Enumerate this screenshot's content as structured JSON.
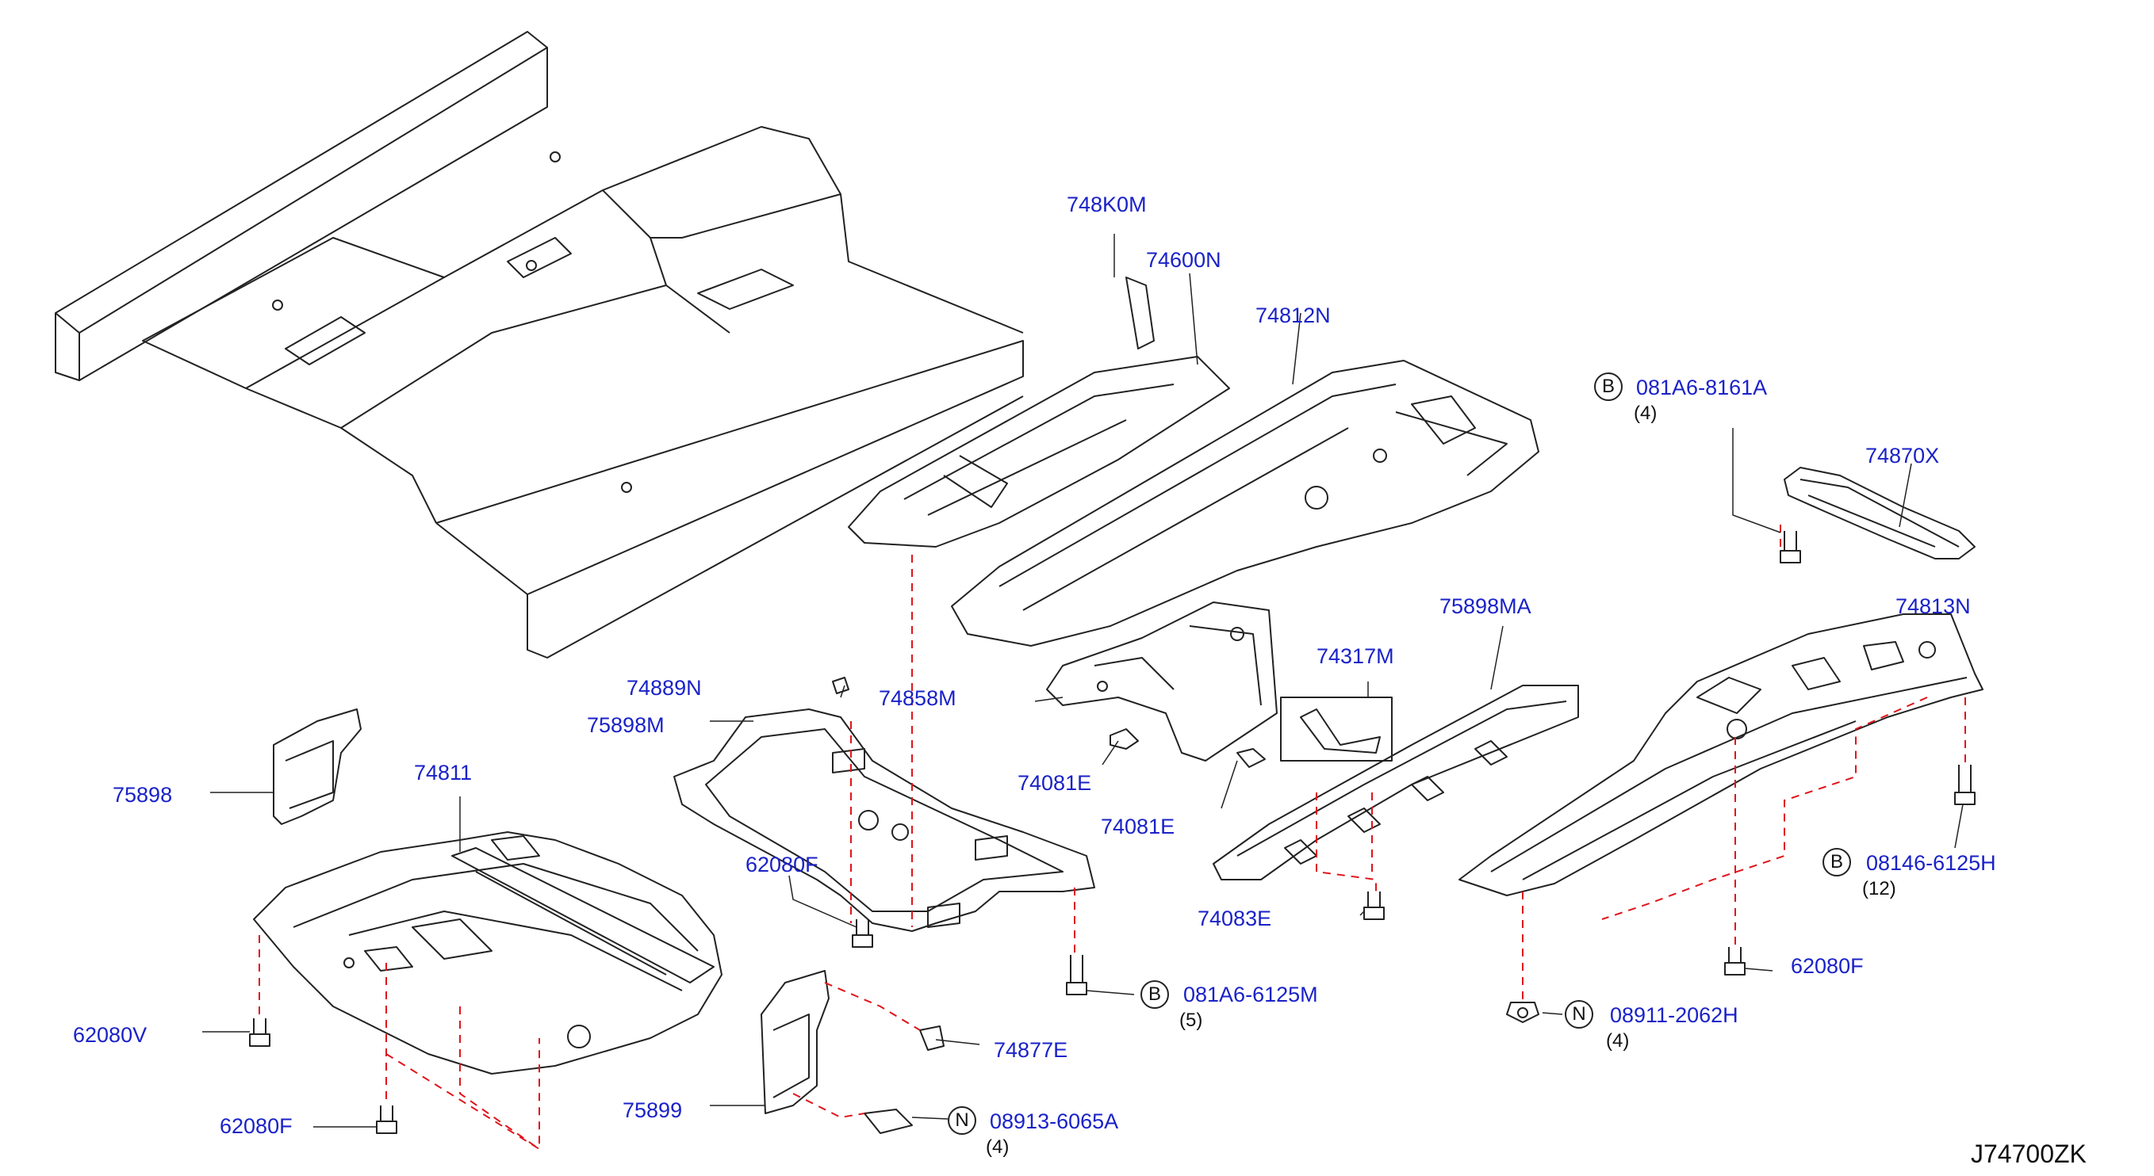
{
  "diagram_code": "J74700ZK",
  "colors": {
    "label": "#1a22c8",
    "line": "#222222",
    "leader": "#e0141b"
  },
  "parts": {
    "p748K0M": "748K0M",
    "p74600N": "74600N",
    "p74812N": "74812N",
    "p74870X": "74870X",
    "p74813N": "74813N",
    "p75898MA": "75898MA",
    "p74317M": "74317M",
    "p74889N": "74889N",
    "p74858M": "74858M",
    "p75898M": "75898M",
    "p74081E_a": "74081E",
    "p74081E_b": "74081E",
    "p75898": "75898",
    "p74811": "74811",
    "p62080F_mid": "62080F",
    "p62080V": "62080V",
    "p62080F_left": "62080F",
    "p74877E": "74877E",
    "p75899": "75899",
    "p74083E": "74083E",
    "p62080F_right": "62080F"
  },
  "fasteners": {
    "f1": {
      "badge": "B",
      "part": "081A6-8161A",
      "qty": "(4)"
    },
    "f2": {
      "badge": "B",
      "part": "08146-6125H",
      "qty": "(12)"
    },
    "f3": {
      "badge": "B",
      "part": "081A6-6125M",
      "qty": "(5)"
    },
    "f4": {
      "badge": "N",
      "part": "08911-2062H",
      "qty": "(4)"
    },
    "f5": {
      "badge": "N",
      "part": "08913-6065A",
      "qty": "(4)"
    }
  }
}
